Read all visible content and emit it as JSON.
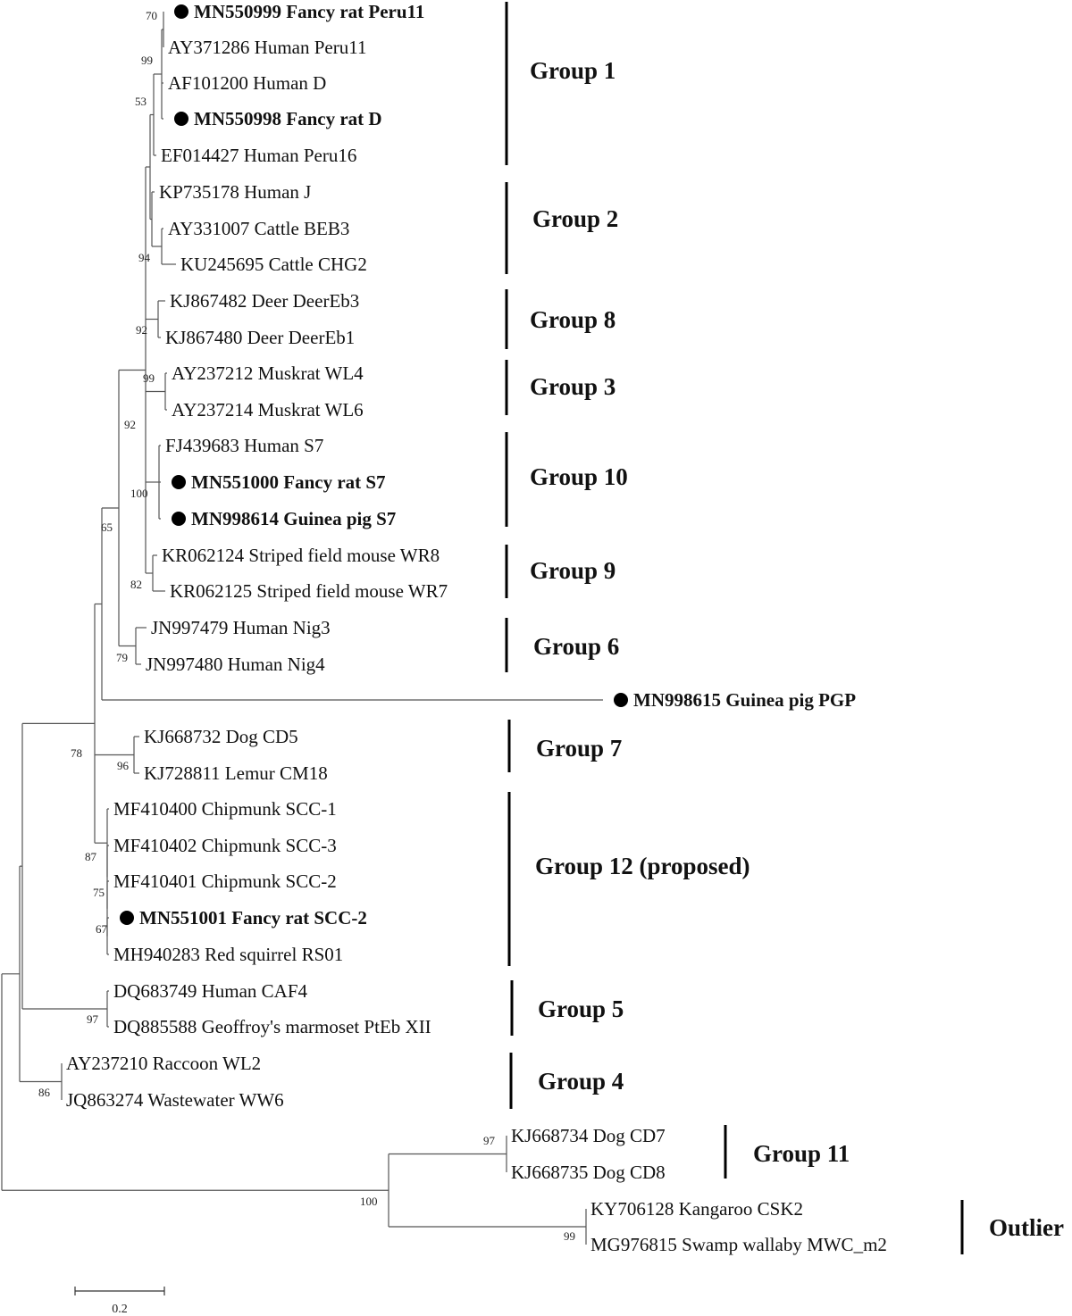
{
  "taxa": [
    {
      "id": "t01",
      "label": "MN550999 Fancy rat  Peru11",
      "bold": true,
      "marker": true
    },
    {
      "id": "t02",
      "label": "AY371286 Human Peru11",
      "bold": false,
      "marker": false
    },
    {
      "id": "t03",
      "label": "AF101200 Human D",
      "bold": false,
      "marker": false
    },
    {
      "id": "t04",
      "label": "MN550998 Fancy rat  D",
      "bold": true,
      "marker": true
    },
    {
      "id": "t05",
      "label": "EF014427 Human Peru16",
      "bold": false,
      "marker": false
    },
    {
      "id": "t06",
      "label": "KP735178 Human J",
      "bold": false,
      "marker": false
    },
    {
      "id": "t07",
      "label": "AY331007 Cattle BEB3",
      "bold": false,
      "marker": false
    },
    {
      "id": "t08",
      "label": "KU245695 Cattle CHG2",
      "bold": false,
      "marker": false
    },
    {
      "id": "t09",
      "label": "KJ867482 Deer DeerEb3",
      "bold": false,
      "marker": false
    },
    {
      "id": "t10",
      "label": "KJ867480  Deer DeerEb1",
      "bold": false,
      "marker": false
    },
    {
      "id": "t11",
      "label": "AY237212 Muskrat WL4",
      "bold": false,
      "marker": false
    },
    {
      "id": "t12",
      "label": "AY237214 Muskrat WL6",
      "bold": false,
      "marker": false
    },
    {
      "id": "t13",
      "label": "FJ439683 Human S7",
      "bold": false,
      "marker": false
    },
    {
      "id": "t14",
      "label": "MN551000 Fancy rat S7",
      "bold": true,
      "marker": true
    },
    {
      "id": "t15",
      "label": "MN998614 Guinea pig S7",
      "bold": true,
      "marker": true
    },
    {
      "id": "t16",
      "label": "KR062124 Striped field mouse WR8",
      "bold": false,
      "marker": false
    },
    {
      "id": "t17",
      "label": "KR062125 Striped field mouse WR7",
      "bold": false,
      "marker": false
    },
    {
      "id": "t18",
      "label": "JN997479 Human Nig3",
      "bold": false,
      "marker": false
    },
    {
      "id": "t19",
      "label": "JN997480 Human Nig4",
      "bold": false,
      "marker": false
    },
    {
      "id": "t20",
      "label": "MN998615 Guinea pig PGP",
      "bold": true,
      "marker": true
    },
    {
      "id": "t21",
      "label": "KJ668732 Dog  CD5",
      "bold": false,
      "marker": false
    },
    {
      "id": "t22",
      "label": "KJ728811 Lemur CM18",
      "bold": false,
      "marker": false
    },
    {
      "id": "t23",
      "label": "MF410400 Chipmunk  SCC-1",
      "bold": false,
      "marker": false
    },
    {
      "id": "t24",
      "label": "MF410402 Chipmunk  SCC-3",
      "bold": false,
      "marker": false
    },
    {
      "id": "t25",
      "label": "MF410401 Chipmunk  SCC-2",
      "bold": false,
      "marker": false
    },
    {
      "id": "t26",
      "label": "MN551001 Fancy rat SCC-2",
      "bold": true,
      "marker": true
    },
    {
      "id": "t27",
      "label": "MH940283 Red squirrel  RS01",
      "bold": false,
      "marker": false
    },
    {
      "id": "t28",
      "label": "DQ683749 Human CAF4",
      "bold": false,
      "marker": false
    },
    {
      "id": "t29",
      "label": "DQ885588 Geoffroy's marmoset PtEb XII",
      "bold": false,
      "marker": false
    },
    {
      "id": "t30",
      "label": "AY237210 Raccoon WL2",
      "bold": false,
      "marker": false
    },
    {
      "id": "t31",
      "label": "JQ863274  Wastewater   WW6",
      "bold": false,
      "marker": false
    },
    {
      "id": "t32",
      "label": "KJ668734 Dog   CD7",
      "bold": false,
      "marker": false
    },
    {
      "id": "t33",
      "label": "KJ668735 Dog  CD8",
      "bold": false,
      "marker": false
    },
    {
      "id": "t34",
      "label": "KY706128 Kangaroo CSK2",
      "bold": false,
      "marker": false
    },
    {
      "id": "t35",
      "label": "MG976815 Swamp wallaby MWC_m2",
      "bold": false,
      "marker": false
    }
  ],
  "bootstrap": [
    "70",
    "99",
    "53",
    "94",
    "92",
    "99",
    "92",
    "100",
    "82",
    "65",
    "79",
    "96",
    "78",
    "87",
    "75",
    "67",
    "97",
    "86",
    "97",
    "100",
    "99"
  ],
  "groups": [
    {
      "id": "g1",
      "label": "Group 1"
    },
    {
      "id": "g2",
      "label": "Group 2"
    },
    {
      "id": "g8",
      "label": "Group 8"
    },
    {
      "id": "g3",
      "label": "Group 3"
    },
    {
      "id": "g10",
      "label": "Group 10"
    },
    {
      "id": "g9",
      "label": "Group 9"
    },
    {
      "id": "g6",
      "label": "Group 6"
    },
    {
      "id": "g7",
      "label": "Group 7"
    },
    {
      "id": "g12",
      "label": "Group 12 (proposed)"
    },
    {
      "id": "g5",
      "label": "Group 5"
    },
    {
      "id": "g4",
      "label": "Group 4"
    },
    {
      "id": "g11",
      "label": "Group 11"
    },
    {
      "id": "gout",
      "label": "Outlier"
    }
  ],
  "scale_bar": {
    "label": "0.2",
    "value": 0.2
  }
}
